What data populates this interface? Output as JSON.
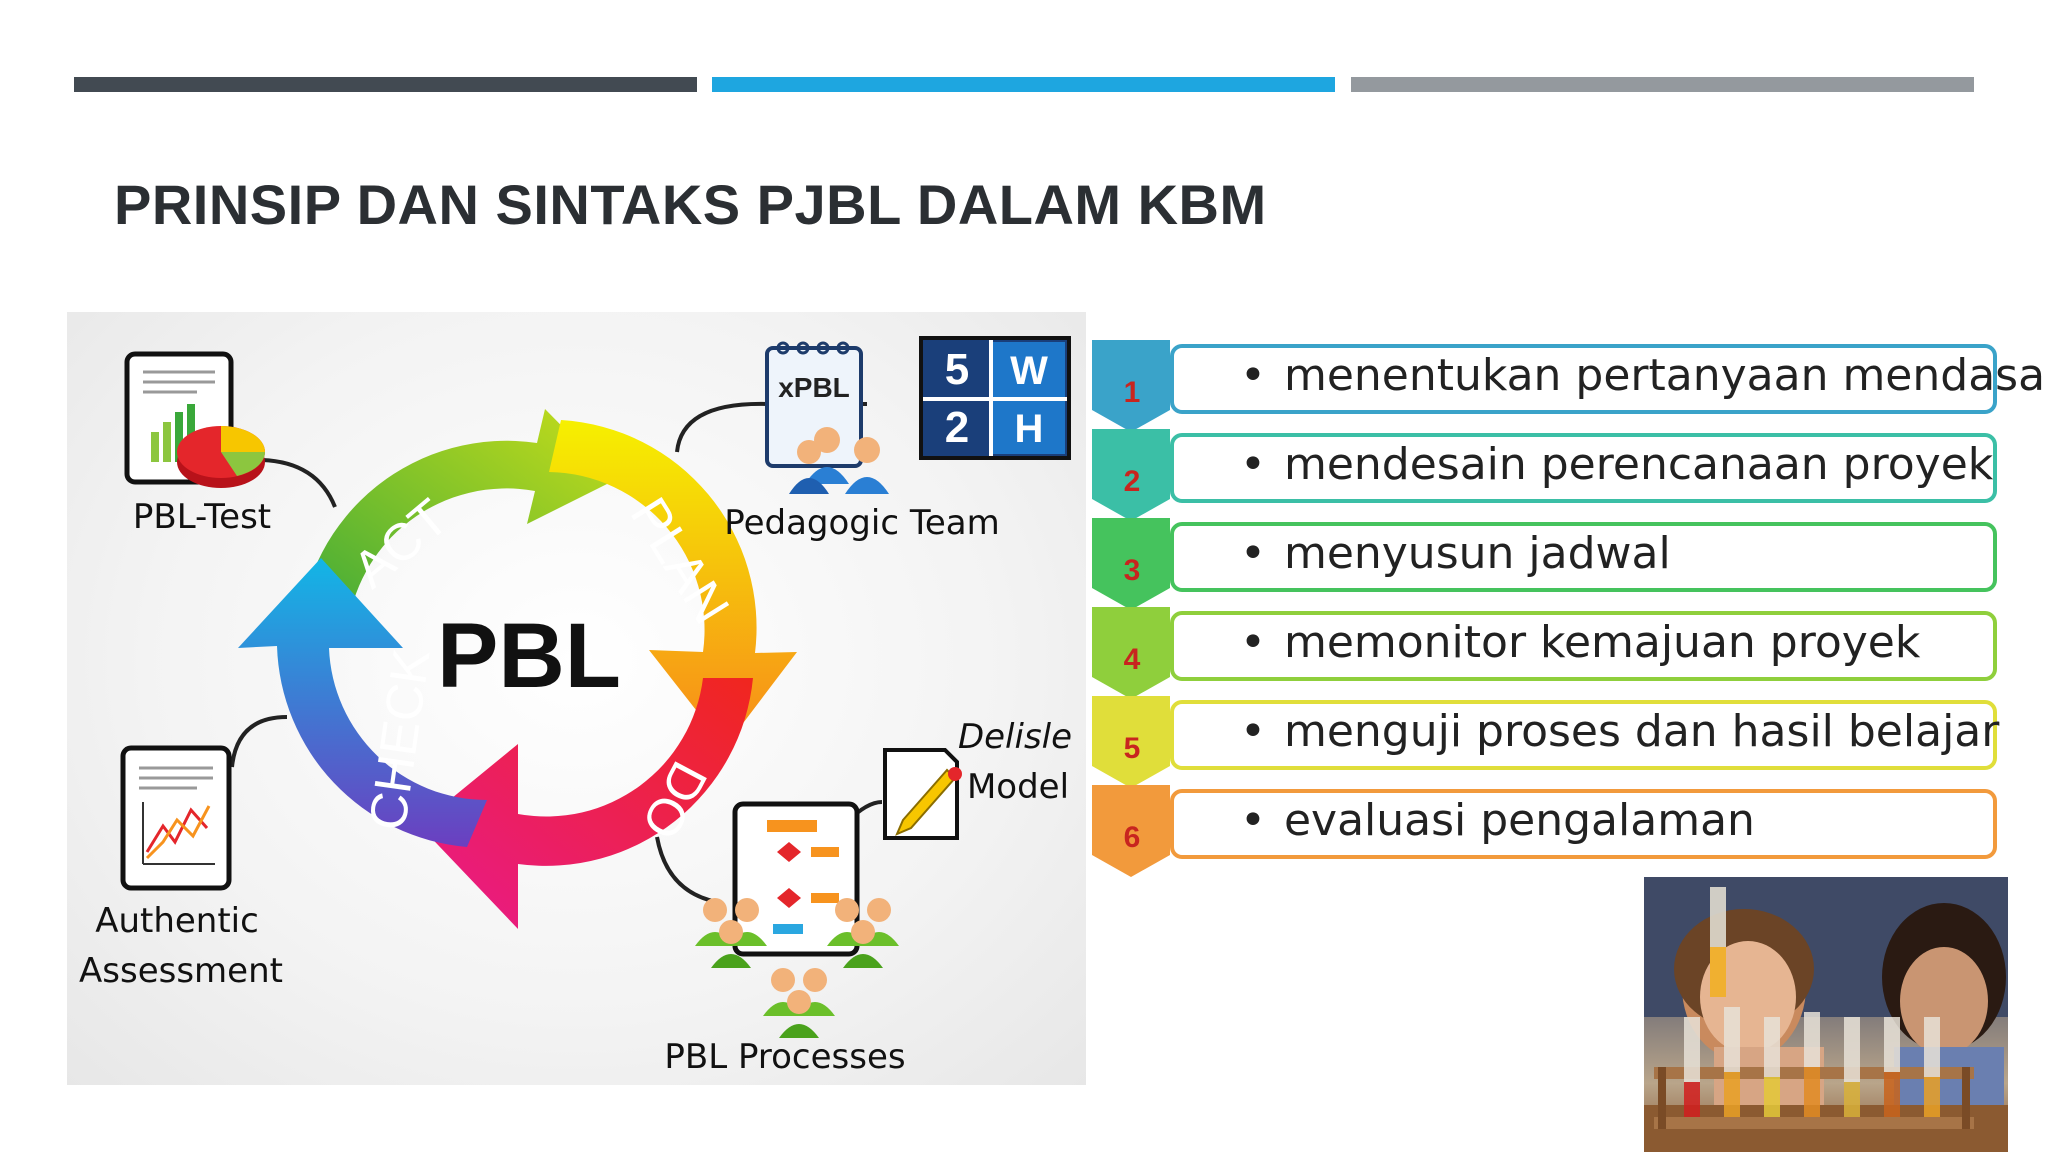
{
  "slide": {
    "title": "PRINSIP DAN SINTAKS PJBL DALAM KBM",
    "accent_colors": [
      "#424a52",
      "#1ea6e0",
      "#94999e"
    ]
  },
  "diagram": {
    "center": "PBL",
    "cycle": [
      "ACT",
      "PLAN",
      "DO",
      "CHECK"
    ],
    "cycle_colors": {
      "act": "#7fc31c",
      "plan": "#f7c600",
      "do": "#e8173f",
      "check": "#1b8fd6"
    },
    "pbl_test": "PBL-Test",
    "pedagogic_team": "Pedagogic Team",
    "xpbl": "xPBL",
    "grid": [
      "5",
      "W",
      "2",
      "H"
    ],
    "delisle_1": "Delisle",
    "delisle_2": "Model",
    "authentic_1": "Authentic",
    "authentic_2": "Assessment",
    "processes": "PBL Processes"
  },
  "steps": [
    {
      "num": "1",
      "text": "menentukan pertanyaan mendasar",
      "color": "#3aa3c9"
    },
    {
      "num": "2",
      "text": "mendesain perencanaan proyek",
      "color": "#3bbfa6"
    },
    {
      "num": "3",
      "text": "menyusun jadwal",
      "color": "#45c35d"
    },
    {
      "num": "4",
      "text": "memonitor kemajuan proyek",
      "color": "#8fcf3c"
    },
    {
      "num": "5",
      "text": "menguji proses dan hasil belajar",
      "color": "#e0de3a"
    },
    {
      "num": "6",
      "text": "evaluasi pengalaman",
      "color": "#f29a3c"
    }
  ]
}
